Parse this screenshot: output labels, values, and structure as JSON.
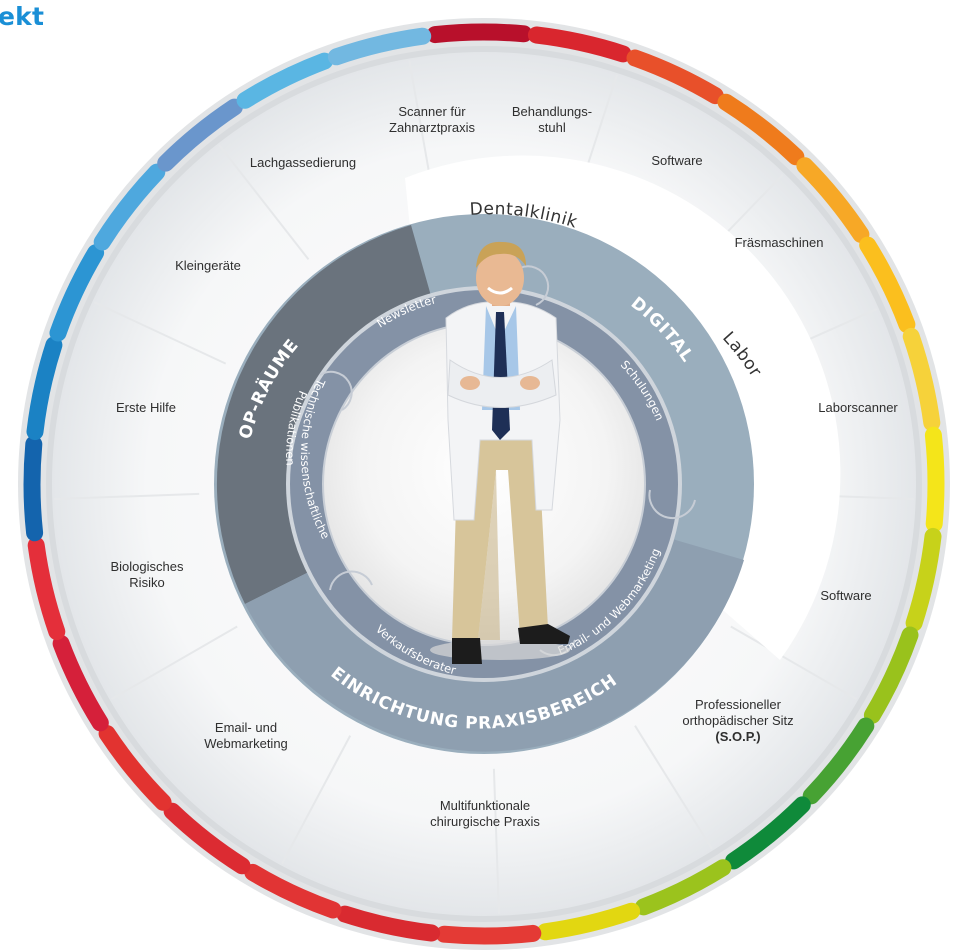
{
  "title": "ekt",
  "palette": {
    "accent": "#1a8fd6",
    "band_dark": "#6a737d",
    "band_light": "#9aaebd",
    "inner_ring": "#8492a6",
    "ring_colors": [
      "#b8102b",
      "#d9262e",
      "#e8502a",
      "#ef7b1c",
      "#f7a826",
      "#fbbf1e",
      "#f6d23a",
      "#f4e51a",
      "#c7d21a",
      "#99c21c",
      "#47a233",
      "#0f8a3a",
      "#9bc31d",
      "#e2d711",
      "#e43a35",
      "#d92a30",
      "#e13434",
      "#dc2b32",
      "#e23330",
      "#d5203a",
      "#e42f3a",
      "#1464ad",
      "#1b82c4",
      "#2c95d3",
      "#4ea8de",
      "#6a96cc",
      "#5ab6e3",
      "#72b8e1"
    ]
  },
  "outer_segments": [
    {
      "lines": [
        "Scanner für",
        "Zahnarztpraxis"
      ]
    },
    {
      "lines": [
        "Behandlungs-",
        "stuhl"
      ]
    },
    {
      "lines": [
        "Software"
      ]
    },
    {
      "lines": [
        "Fräsmaschinen"
      ]
    },
    {
      "lines": [
        "Laborscanner"
      ]
    },
    {
      "lines": [
        "Software"
      ]
    },
    {
      "lines": [
        "Professioneller",
        "orthopädischer Sitz"
      ],
      "bold_line": "(S.O.P.)"
    },
    {
      "lines": [
        "Multifunktionale",
        "chirurgische Praxis"
      ]
    },
    {
      "lines": [
        "Email- und",
        "Webmarketing"
      ]
    },
    {
      "lines": [
        "Biologisches",
        "Risiko"
      ]
    },
    {
      "lines": [
        "Erste Hilfe"
      ]
    },
    {
      "lines": [
        "Kleingeräte"
      ]
    },
    {
      "lines": [
        "Lachgassedierung"
      ]
    }
  ],
  "sub_areas": {
    "dental": "Dentalklinik",
    "labor": "Labor"
  },
  "bands": {
    "op": "OP-RÄUME",
    "digital": "DIGITAL",
    "einrichtung": "EINRICHTUNG PRAXISBEREICH"
  },
  "inner_services": {
    "newsletter": "Newsletter",
    "schulungen": "Schulungen",
    "email": "Email- und Webmarketing",
    "verkauf": "Verkaufsberater",
    "tech1": "Technische wissenschaftliche",
    "tech2": "Publikationen"
  },
  "center_figure": "dentist-portrait"
}
